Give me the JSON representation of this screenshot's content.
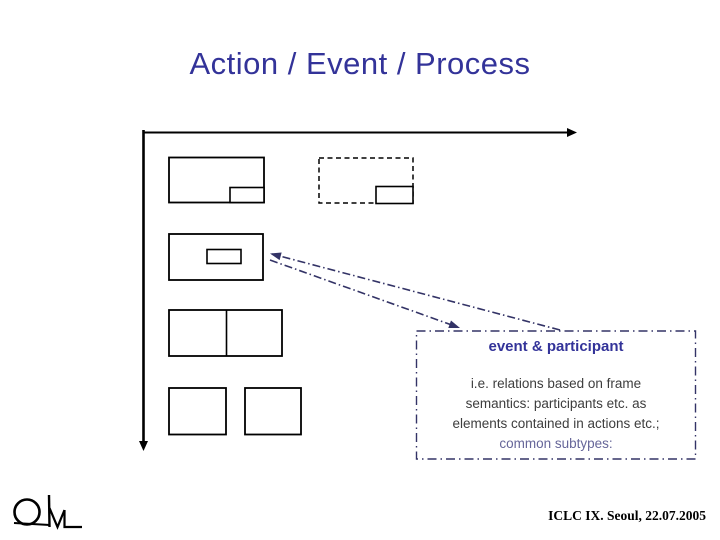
{
  "slide": {
    "title": "Action / Event / Process",
    "footer": "ICLC IX. Seoul, 22.07.2005"
  },
  "callout": {
    "title": "event & participant",
    "body_lines": [
      "i.e. relations based on frame",
      "semantics: participants etc. as",
      "elements contained in actions etc.;"
    ],
    "highlight": "common subtypes:"
  },
  "icons": {
    "logo": "qm-monogram-logo",
    "x_axis": "right-arrow-axis",
    "y_axis": "down-arrow-axis"
  },
  "colors": {
    "background": "#ffffff",
    "title_text": "#333399",
    "callout_border": "#333366",
    "callout_title_text": "#333399",
    "callout_body_text": "#3d3d3d",
    "callout_highlight_text": "#666699",
    "connector": "#333366",
    "diagram_stroke": "#000000",
    "footer_text": "#000000"
  }
}
